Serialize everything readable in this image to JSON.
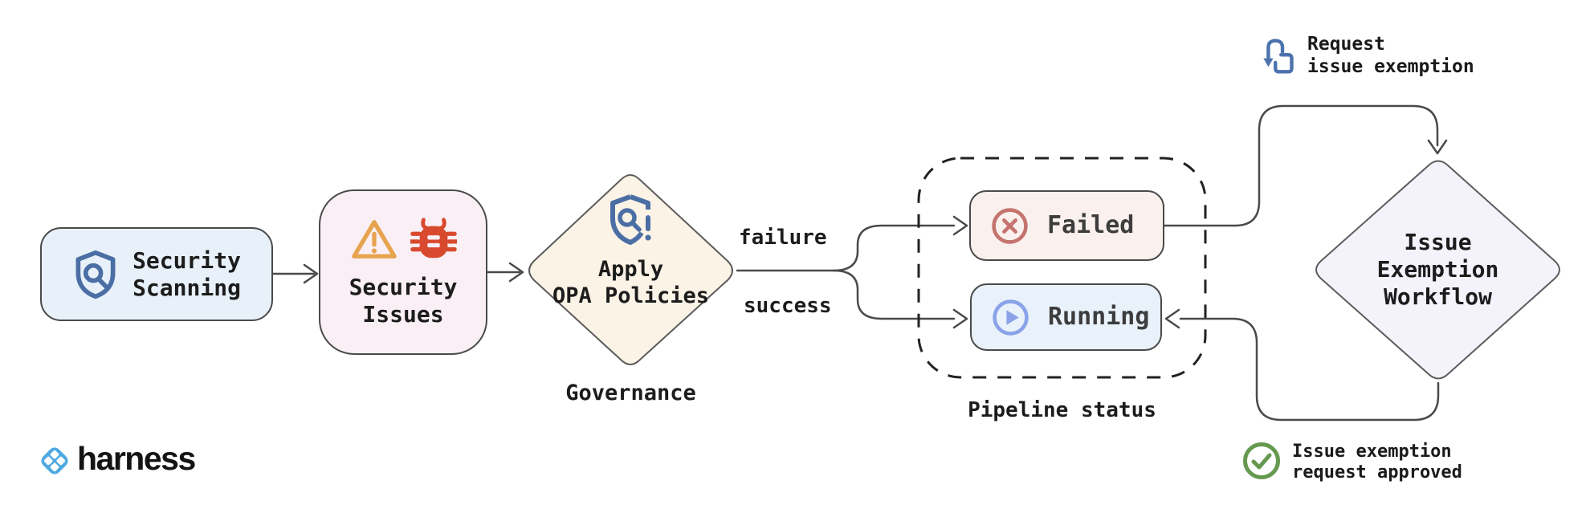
{
  "flow": {
    "security_scanning": {
      "line1": "Security",
      "line2": "Scanning"
    },
    "security_issues": {
      "line1": "Security",
      "line2": "Issues"
    },
    "opa": {
      "line1": "Apply",
      "line2": "OPA Policies",
      "caption": "Governance"
    },
    "edges": {
      "failure": "failure",
      "success": "success"
    },
    "failed_label": "Failed",
    "running_label": "Running",
    "pipeline_group": {
      "label": "Pipeline status"
    },
    "exemption": {
      "line1": "Issue",
      "line2": "Exemption",
      "line3": "Workflow"
    },
    "request_note": {
      "line1": "Request",
      "line2": "issue exemption"
    },
    "approved_note": {
      "line1": "Issue exemption",
      "line2": "request approved"
    }
  },
  "branding": {
    "wordmark": "harness"
  },
  "icons": [
    "shield-search-icon",
    "warning-triangle-icon",
    "bug-icon",
    "shield-policy-alert-icon",
    "circle-x-icon",
    "circle-play-icon",
    "request-exemption-icon",
    "check-circle-icon",
    "harness-logo-icon"
  ],
  "colors": {
    "scanning_fill": "#e8f1f9",
    "issues_fill": "#f9eff4",
    "opa_diamond_fill": "#fbf3e6",
    "failed_fill": "#faf1ee",
    "running_fill": "#e9f2fa",
    "exemption_diamond_fill": "#f4f2fb",
    "node_border": "#4a4a4a",
    "connector": "#4a4a4a",
    "dashed_border": "#222222",
    "blue_icon": "#4b6fa5",
    "warning_orange": "#e7a34d",
    "bug_red": "#d8492e",
    "failed_icon": "#c4736e",
    "running_icon": "#8ba2e8",
    "approved_green": "#66994f",
    "harness_blue": "#4fa9e2"
  }
}
